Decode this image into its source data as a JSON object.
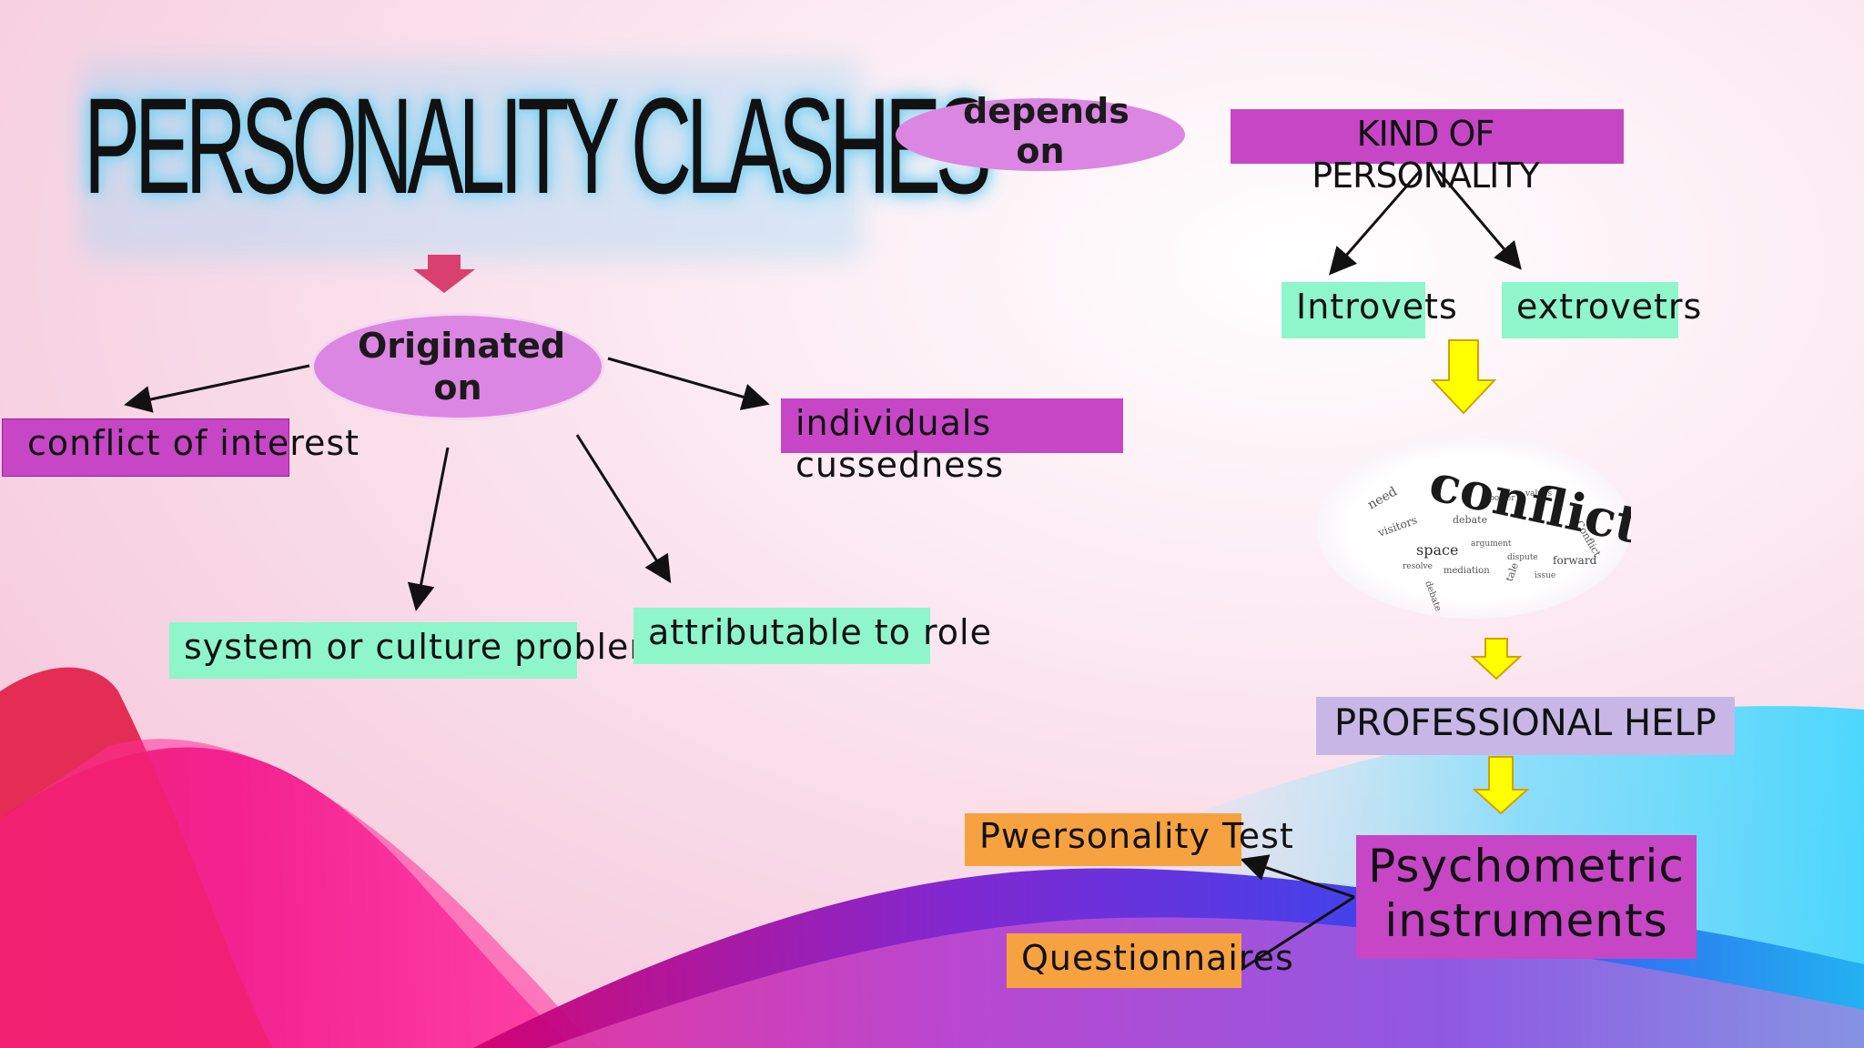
{
  "title": "PERSONALITY CLASHES",
  "depends_on": "depends on",
  "kind_of_personality": "KIND OF PERSONALITY",
  "originated_on": "Originated on",
  "introverts": "Introvets",
  "extroverts": "extrovetrs",
  "conflict_of_interest": "conflict of interest",
  "individuals_cussedness": "individuals cussedness",
  "system_or_culture": "system or culture problems",
  "attributable_to_role": "attributable to role",
  "conflict_cloud_word": "conflict",
  "professional_help": "PROFESSIONAL HELP",
  "psychometric_instruments": "Psychometric instruments",
  "personality_test": "Pwersonality Test",
  "questionnaires": "Questionnaires",
  "colors": {
    "ellipse": "#dc86e3",
    "magenta_box": "#c646c6",
    "green_box": "#8ff5cb",
    "orange_box": "#f7a240",
    "lavender_box": "#c7b6e6",
    "yellow_arrow": "#ffff00",
    "red_arrow": "#d9406f"
  }
}
